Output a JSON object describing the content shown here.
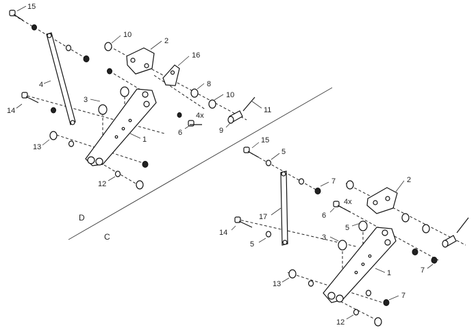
{
  "zones": {
    "upper": "D",
    "lower": "C"
  },
  "callouts": {
    "a1": "1",
    "a2": "2",
    "a3": "3",
    "a4": "4",
    "a6": "6",
    "a6x": "4x",
    "a8": "8",
    "a9": "9",
    "a10a": "10",
    "a10b": "10",
    "a11": "11",
    "a12": "12",
    "a13": "13",
    "a14": "14",
    "a15": "15",
    "a16": "16",
    "b1": "1",
    "b2": "2",
    "b3": "3",
    "b5a": "5",
    "b5b": "5",
    "b5c": "5",
    "b6": "6",
    "b6x": "4x",
    "b7a": "7",
    "b7b": "7",
    "b7c": "7",
    "b12": "12",
    "b13": "13",
    "b14": "14",
    "b15": "15",
    "b17": "17"
  }
}
